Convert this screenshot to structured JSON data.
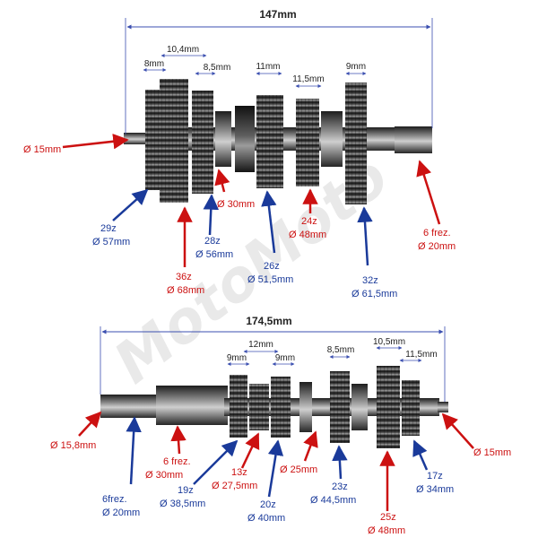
{
  "watermark": "MotoMoto",
  "colors": {
    "red": "#cc1111",
    "blue": "#1a3a9a",
    "dim": "#3b4fb0",
    "metal": "#3a3a3a"
  },
  "top": {
    "overall": "147mm",
    "dims": {
      "d1": "10,4mm",
      "d2": "8mm",
      "d3": "8,5mm",
      "d4": "11mm",
      "d5": "11,5mm",
      "d6": "9mm"
    },
    "labels": {
      "shaft_left": "Ø 15mm",
      "g29_a": "29z",
      "g29_b": "Ø 57mm",
      "g36_a": "36z",
      "g36_b": "Ø 68mm",
      "g28_a": "28z",
      "g28_b": "Ø 56mm",
      "bush": "Ø 30mm",
      "g26_a": "26z",
      "g26_b": "Ø 51,5mm",
      "g24_a": "24z",
      "g24_b": "Ø 48mm",
      "g32_a": "32z",
      "g32_b": "Ø 61,5mm",
      "spline_a": "6 frez.",
      "spline_b": "Ø 20mm"
    }
  },
  "bottom": {
    "overall": "174,5mm",
    "dims": {
      "d1": "12mm",
      "d2": "9mm",
      "d3": "9mm",
      "d4": "8,5mm",
      "d5": "10,5mm",
      "d6": "11,5mm"
    },
    "labels": {
      "shaft_left": "Ø 15,8mm",
      "spline_left_a": "6frez.",
      "spline_left_b": "Ø 20mm",
      "spline_mid_a": "6 frez.",
      "spline_mid_b": "Ø 30mm",
      "g19_a": "19z",
      "g19_b": "Ø 38,5mm",
      "g13_a": "13z",
      "g13_b": "Ø 27,5mm",
      "g20_a": "20z",
      "g20_b": "Ø 40mm",
      "bush": "Ø 25mm",
      "g23_a": "23z",
      "g23_b": "Ø 44,5mm",
      "g25_a": "25z",
      "g25_b": "Ø 48mm",
      "g17_a": "17z",
      "g17_b": "Ø 34mm",
      "shaft_right": "Ø 15mm"
    }
  }
}
